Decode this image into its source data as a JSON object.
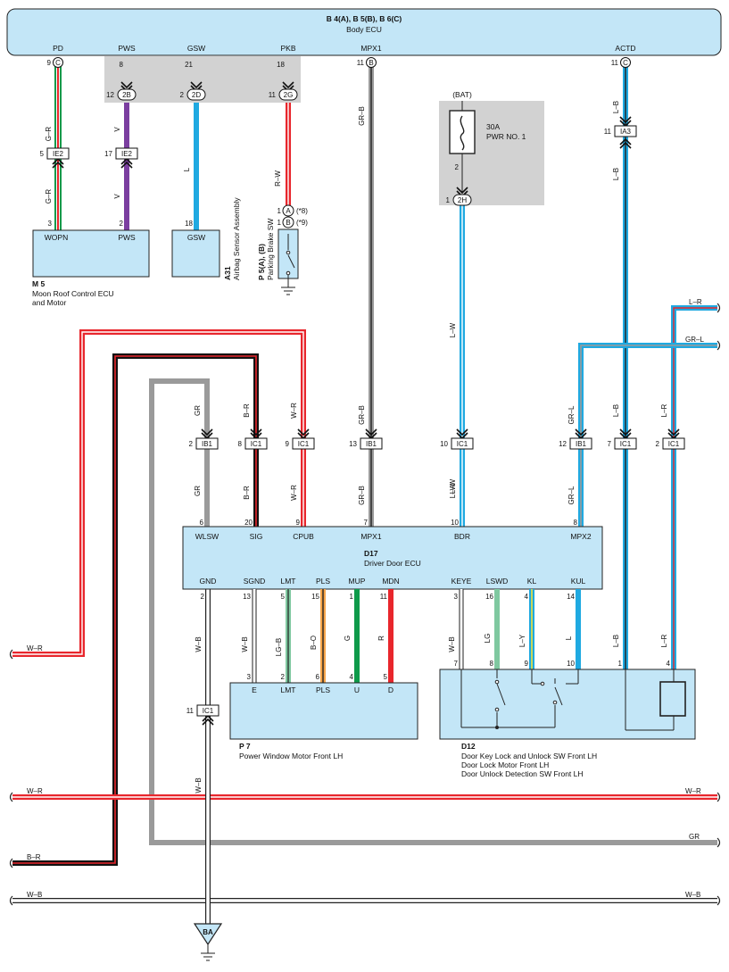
{
  "body_ecu": {
    "title": "B 4(A), B 5(B), B 6(C)",
    "subtitle": "Body ECU",
    "terminals": [
      {
        "name": "PD",
        "pin": "9",
        "conn": "C"
      },
      {
        "name": "PWS",
        "pin": "8",
        "conn": ""
      },
      {
        "name": "GSW",
        "pin": "21",
        "conn": ""
      },
      {
        "name": "PKB",
        "pin": "18",
        "conn": ""
      },
      {
        "name": "MPX1",
        "pin": "11",
        "conn": "B"
      },
      {
        "name": "ACTD",
        "pin": "11",
        "conn": "C"
      }
    ]
  },
  "junction_connectors": {
    "j2b": {
      "pin": "12",
      "id": "2B"
    },
    "j2d": {
      "pin": "2",
      "id": "2D"
    },
    "j2g": {
      "pin": "11",
      "id": "2G"
    },
    "j2h": {
      "pin": "1",
      "id": "2H"
    }
  },
  "fuse": {
    "bat": "(BAT)",
    "rating": "30A",
    "name": "PWR NO. 1",
    "pin": "2"
  },
  "moon_roof": {
    "code": "M 5",
    "name1": "Moon Roof Control ECU",
    "name2": "and Motor",
    "t1": "WOPN",
    "t2": "PWS",
    "p1": "3",
    "p2": "2"
  },
  "airbag": {
    "code": "A31",
    "name": "Airbag Sensor Assembly",
    "t1": "GSW",
    "p1": "18"
  },
  "parking_brake": {
    "code": "P 5(A), (B)",
    "name": "Parking Brake SW",
    "a_pin": "1",
    "a": "A",
    "a_note": "(*8)",
    "b_pin": "1",
    "b": "B",
    "b_note": "(*9)"
  },
  "inline_connectors": {
    "ie2_a": {
      "pin": "5",
      "id": "IE2"
    },
    "ie2_b": {
      "pin": "17",
      "id": "IE2"
    },
    "ia3": {
      "pin": "11",
      "id": "IA3"
    },
    "ib1_a": {
      "pin": "2",
      "id": "IB1"
    },
    "ic1_a": {
      "pin": "8",
      "id": "IC1"
    },
    "ic1_b": {
      "pin": "9",
      "id": "IC1"
    },
    "ib1_b": {
      "pin": "13",
      "id": "IB1"
    },
    "ic1_c": {
      "pin": "10",
      "id": "IC1"
    },
    "ib1_c": {
      "pin": "12",
      "id": "IB1"
    },
    "ic1_d": {
      "pin": "7",
      "id": "IC1"
    },
    "ic1_e": {
      "pin": "2",
      "id": "IC1"
    },
    "ic1_f": {
      "pin": "11",
      "id": "IC1"
    }
  },
  "wire_codes": {
    "gr_top": "G–R",
    "gr_bot": "G–R",
    "v_top": "V",
    "v_bot": "V",
    "l": "L",
    "rw": "R–W",
    "grb_top": "GR–B",
    "lw_top": "L–W",
    "lb_top": "L–B",
    "lb_mid": "L–B",
    "gr1": "GR",
    "br1": "B–R",
    "wr1": "W–R",
    "grb1": "GR–B",
    "lw1": "L–W",
    "grl1": "GR–L",
    "lb1": "L–B",
    "lr1": "L–R",
    "gr2": "GR",
    "br2": "B–R",
    "wr2": "W–R",
    "grb2": "GR–B",
    "lw2": "L–W",
    "grl2": "GR–L",
    "wb1": "W–B",
    "wb2": "W–B",
    "lgb": "LG–B",
    "bo": "B–O",
    "g": "G",
    "r": "R",
    "wb3": "W–B",
    "lg": "LG",
    "ly": "L–Y",
    "l2": "L",
    "lb2": "L–B",
    "lr2": "L–R",
    "lr_right": "L–R",
    "grl_right": "GR–L",
    "wr_left": "W–R",
    "wr_bl": "W–R",
    "wr_br": "W–R",
    "gr_right": "GR",
    "br_left": "B–R",
    "wb_bl": "W–B",
    "wb_br": "W–B"
  },
  "driver_door": {
    "code": "D17",
    "name": "Driver Door ECU",
    "top": [
      {
        "t": "WLSW",
        "p": "6"
      },
      {
        "t": "SIG",
        "p": "20"
      },
      {
        "t": "CPUB",
        "p": "9"
      },
      {
        "t": "MPX1",
        "p": "7"
      },
      {
        "t": "BDR",
        "p": "10"
      },
      {
        "t": "MPX2",
        "p": "8"
      }
    ],
    "bottom": [
      {
        "t": "GND",
        "p": "2"
      },
      {
        "t": "SGND",
        "p": "13"
      },
      {
        "t": "LMT",
        "p": "5"
      },
      {
        "t": "PLS",
        "p": "15"
      },
      {
        "t": "MUP",
        "p": "1"
      },
      {
        "t": "MDN",
        "p": "11"
      },
      {
        "t": "KEYE",
        "p": "3"
      },
      {
        "t": "LSWD",
        "p": "16"
      },
      {
        "t": "KL",
        "p": "4"
      },
      {
        "t": "KUL",
        "p": "14"
      }
    ]
  },
  "power_window": {
    "code": "P 7",
    "name": "Power Window Motor Front LH",
    "pins": [
      {
        "t": "E",
        "p": "3"
      },
      {
        "t": "LMT",
        "p": "2"
      },
      {
        "t": "PLS",
        "p": "6"
      },
      {
        "t": "U",
        "p": "4"
      },
      {
        "t": "D",
        "p": "5"
      }
    ]
  },
  "door_lock": {
    "code": "D12",
    "line1": "Door Key Lock and Unlock SW Front LH",
    "line2": "Door Lock Motor Front LH",
    "line3": "Door Unlock Detection SW Front LH",
    "pins": [
      "7",
      "8",
      "9",
      "10",
      "1",
      "4"
    ]
  },
  "ground": {
    "label": "BA"
  },
  "colors": {
    "ecu": "#c3e6f7",
    "gray_block": "#d2d2d2",
    "purple": "#7b3fa0",
    "blue": "#1fa9e1",
    "red": "#e8262c",
    "green": "#0e9a4a",
    "gray": "#9a9a9a"
  }
}
